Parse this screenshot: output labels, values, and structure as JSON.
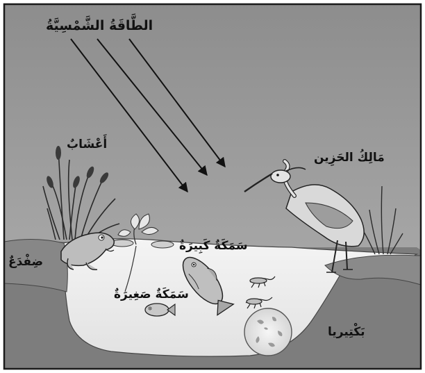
{
  "diagram": {
    "labels": {
      "solar_energy": "الطَّاقَةُ الشَّمْسِيَّةُ",
      "grass": "أَعْشَابٌ",
      "heron": "مَالِكُ الحَزِين",
      "frog": "ضِفْدَعٌ",
      "big_fish": "سَمَكَةٌ كَبِيرَةٌ",
      "small_fish": "سَمَكَةٌ صَغِيرَةٌ",
      "bacteria": "بَكْتِيريا"
    },
    "colors": {
      "sky": "#979797",
      "water": "#ededed",
      "ground": "#7b7b7b",
      "border": "#1a1a1a"
    },
    "icons": [
      "sun-ray-arrow-icon",
      "reed-icon",
      "heron-icon",
      "frog-icon",
      "fish-icon",
      "shrimp-icon",
      "bacteria-icon",
      "lily-icon"
    ]
  }
}
